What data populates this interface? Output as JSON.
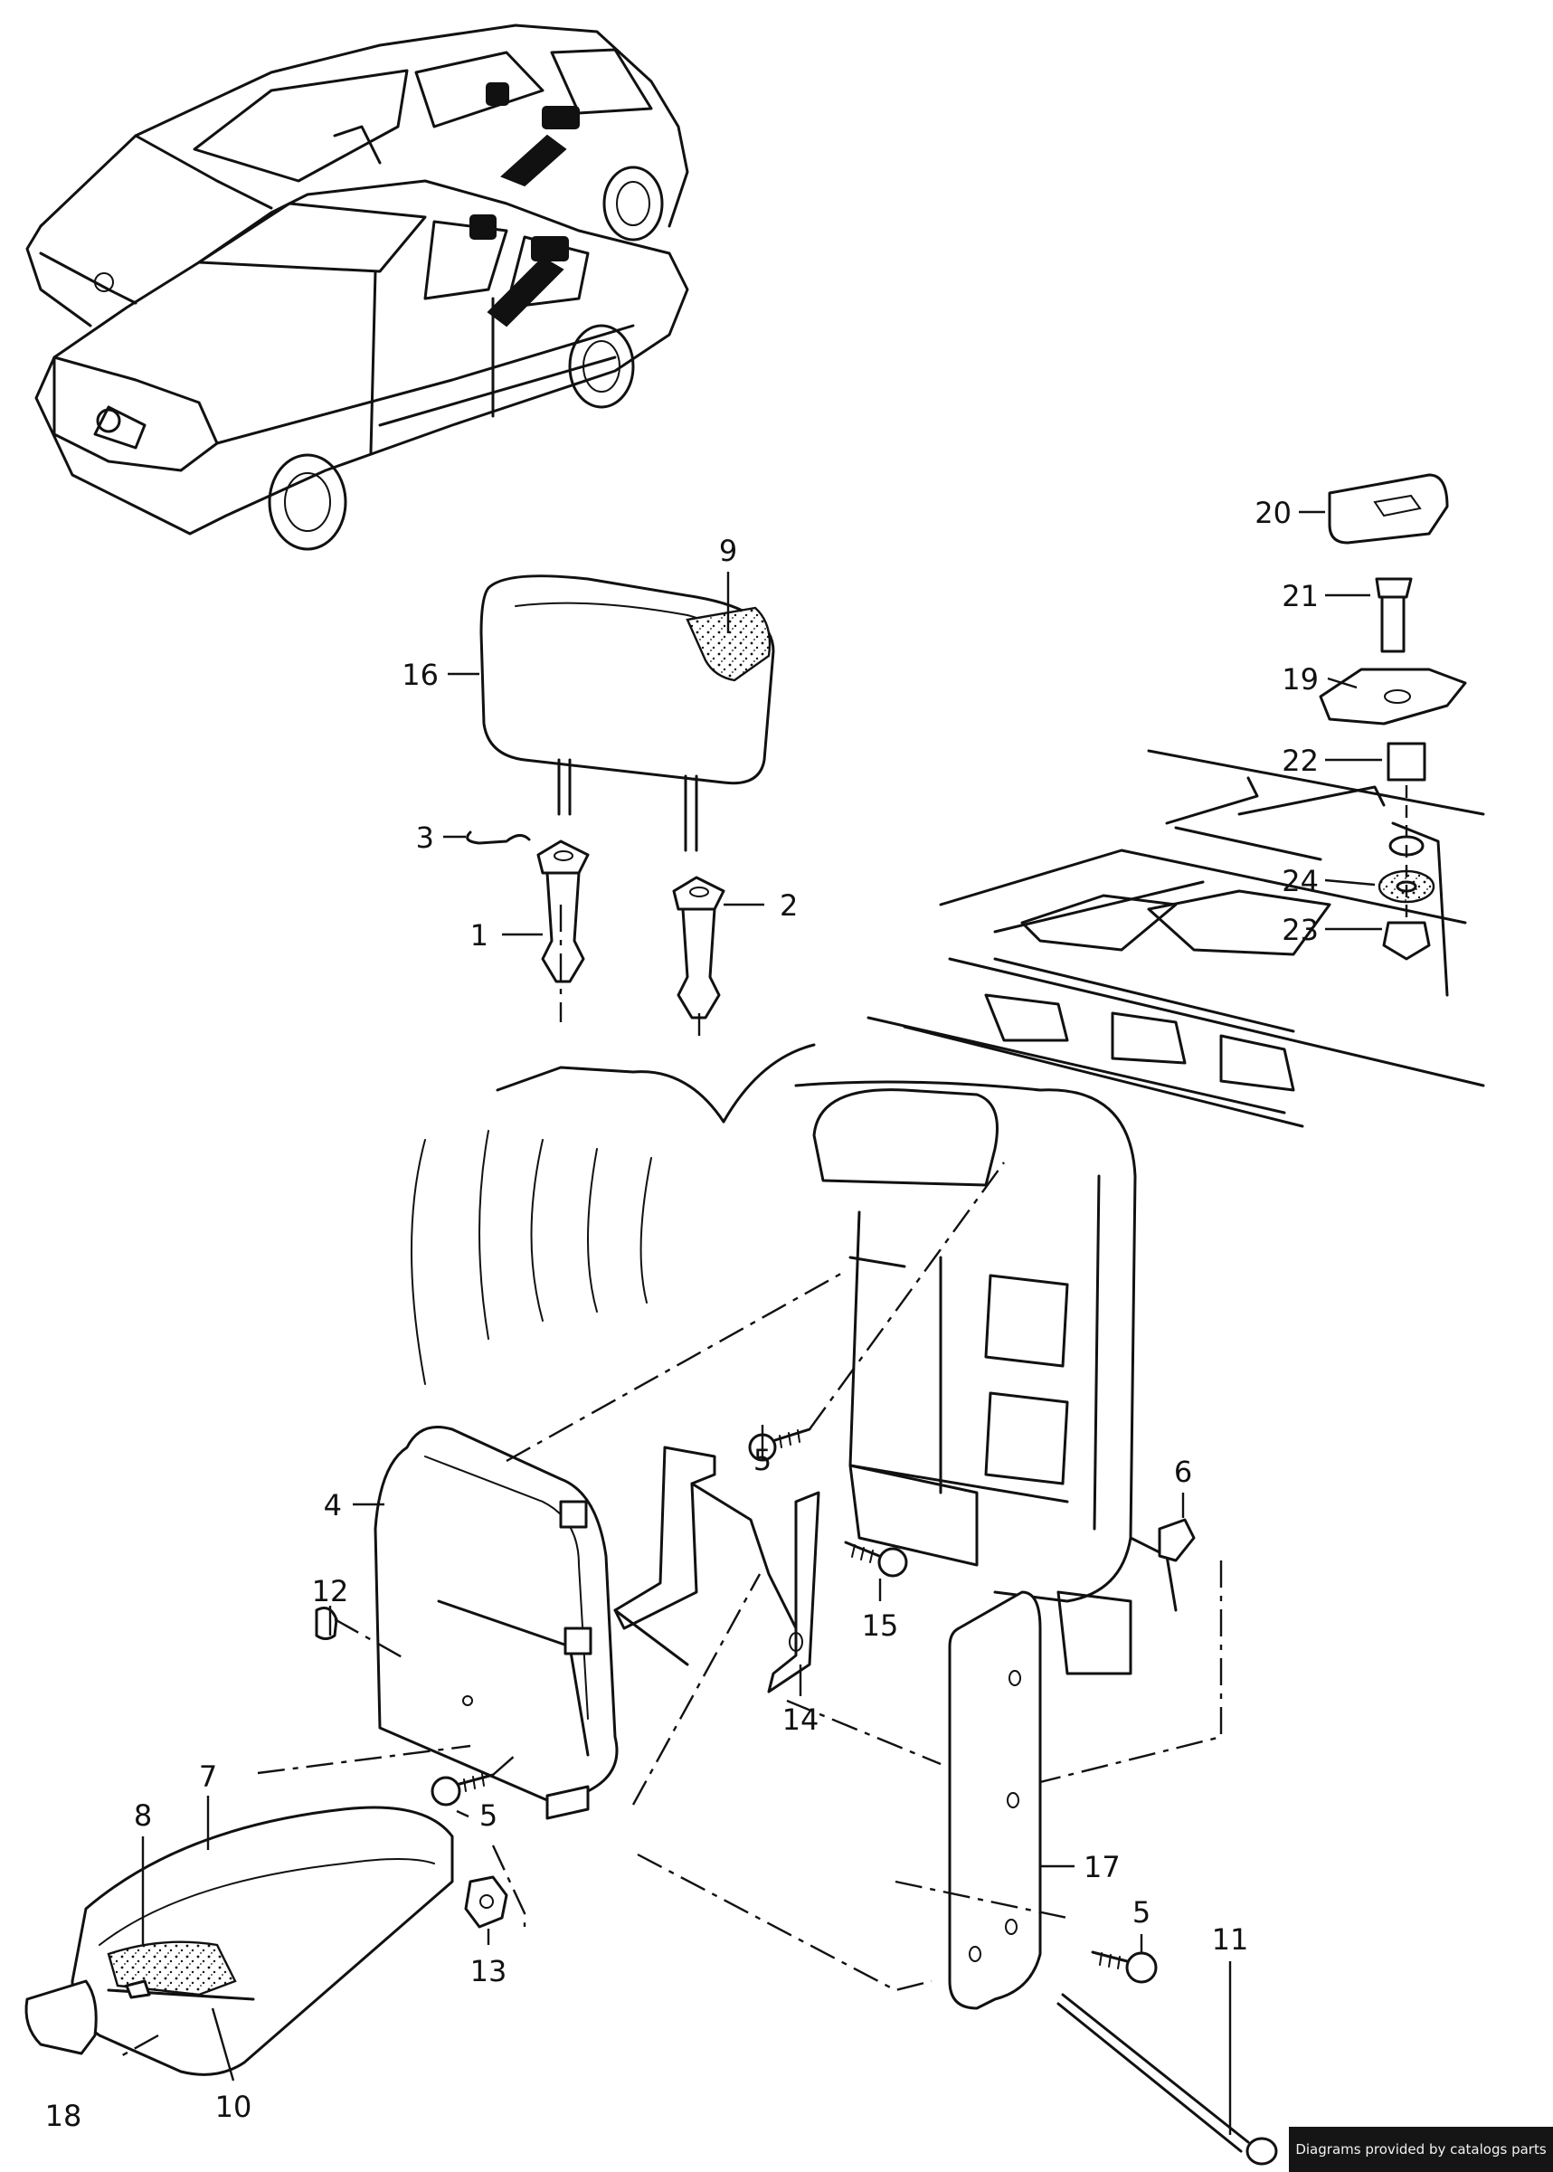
{
  "callouts": [
    {
      "id": "c1",
      "label": "1"
    },
    {
      "id": "c2",
      "label": "2"
    },
    {
      "id": "c3",
      "label": "3"
    },
    {
      "id": "c4",
      "label": "4"
    },
    {
      "id": "c5a",
      "label": "5"
    },
    {
      "id": "c5b",
      "label": "5"
    },
    {
      "id": "c5c",
      "label": "5"
    },
    {
      "id": "c6",
      "label": "6"
    },
    {
      "id": "c7",
      "label": "7"
    },
    {
      "id": "c8",
      "label": "8"
    },
    {
      "id": "c9",
      "label": "9"
    },
    {
      "id": "c10",
      "label": "10"
    },
    {
      "id": "c11",
      "label": "11"
    },
    {
      "id": "c12",
      "label": "12"
    },
    {
      "id": "c13",
      "label": "13"
    },
    {
      "id": "c14",
      "label": "14"
    },
    {
      "id": "c15",
      "label": "15"
    },
    {
      "id": "c16",
      "label": "16"
    },
    {
      "id": "c17",
      "label": "17"
    },
    {
      "id": "c18",
      "label": "18"
    },
    {
      "id": "c19",
      "label": "19"
    },
    {
      "id": "c20",
      "label": "20"
    },
    {
      "id": "c21",
      "label": "21"
    },
    {
      "id": "c22",
      "label": "22"
    },
    {
      "id": "c23",
      "label": "23"
    },
    {
      "id": "c24",
      "label": "24"
    }
  ],
  "footer": {
    "credit": "Diagrams provided by catalogs parts"
  }
}
